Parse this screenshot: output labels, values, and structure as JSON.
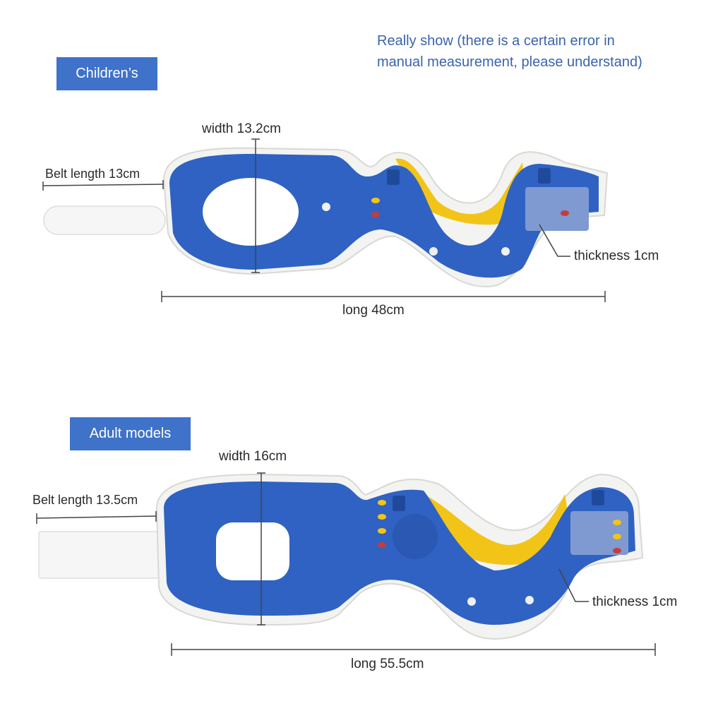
{
  "note": {
    "line1": "Really show (there is a certain error in",
    "line2": "manual measurement, please understand)"
  },
  "children": {
    "badge": "Children’s",
    "width": "width 13.2cm",
    "belt": "Belt length 13cm",
    "thickness": "thickness 1cm",
    "length": "long 48cm"
  },
  "adult": {
    "badge": "Adult models",
    "width": "width 16cm",
    "belt": "Belt length 13.5cm",
    "thickness": "thickness 1cm",
    "length": "long 55.5cm"
  },
  "colors": {
    "badge": "#3f72c9",
    "note_text": "#3a64ad",
    "collar_blue": "#2f62c2",
    "padding_yellow": "#f2c417",
    "foam_white": "#f3f3f1"
  }
}
